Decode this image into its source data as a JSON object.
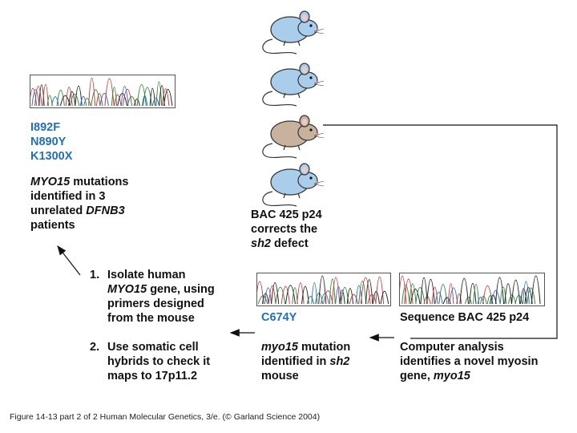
{
  "left": {
    "mutations": [
      "I892F",
      "N890Y",
      "K1300X"
    ],
    "finding_italic1": "MYO15",
    "finding_rest1": " mutations",
    "finding_line2": "identified in 3",
    "finding_line3a": "unrelated ",
    "finding_line3_italic": "DFNB3",
    "finding_line4": "patients"
  },
  "steps": {
    "step1_num": "1.",
    "step1_line1": "Isolate human",
    "step1_italic": "MYO15",
    "step1_line2_rest": " gene, using",
    "step1_line3": "primers designed",
    "step1_line4": "from the mouse",
    "step2_num": "2.",
    "step2_line1": "Use somatic cell",
    "step2_line2": "hybrids to check it",
    "step2_line3": "maps to 17p11.2"
  },
  "bac": {
    "line1": "BAC 425 p24",
    "line2": "corrects the",
    "line3_italic": "sh2",
    "line3_rest": " defect"
  },
  "middle": {
    "mutation": "C674Y",
    "line1_italic": "myo15",
    "line1_rest": " mutation",
    "line2a": "identified in ",
    "line2_italic": "sh2",
    "line3": "mouse"
  },
  "right": {
    "sequence_label": "Sequence BAC 425 p24",
    "line1": "Computer analysis",
    "line2": "identifies a novel myosin",
    "line3a": "gene, ",
    "line3_italic": "myo15"
  },
  "caption": "Figure 14-13  part 2 of 2  Human Molecular Genetics, 3/e.  (© Garland Science 2004)",
  "colors": {
    "blue_text": "#1f6ec2",
    "mouse_blue": "#a9cdea",
    "mouse_tan": "#c8b29e",
    "trace_red": "#d23a3a",
    "trace_blue": "#2c6fd0",
    "trace_green": "#2f8a3a",
    "trace_black": "#222222"
  },
  "mice": [
    {
      "color": "blue",
      "name": "mouse-1"
    },
    {
      "color": "blue",
      "name": "mouse-2"
    },
    {
      "color": "tan",
      "name": "mouse-3-sh2"
    },
    {
      "color": "blue",
      "name": "mouse-4"
    }
  ]
}
